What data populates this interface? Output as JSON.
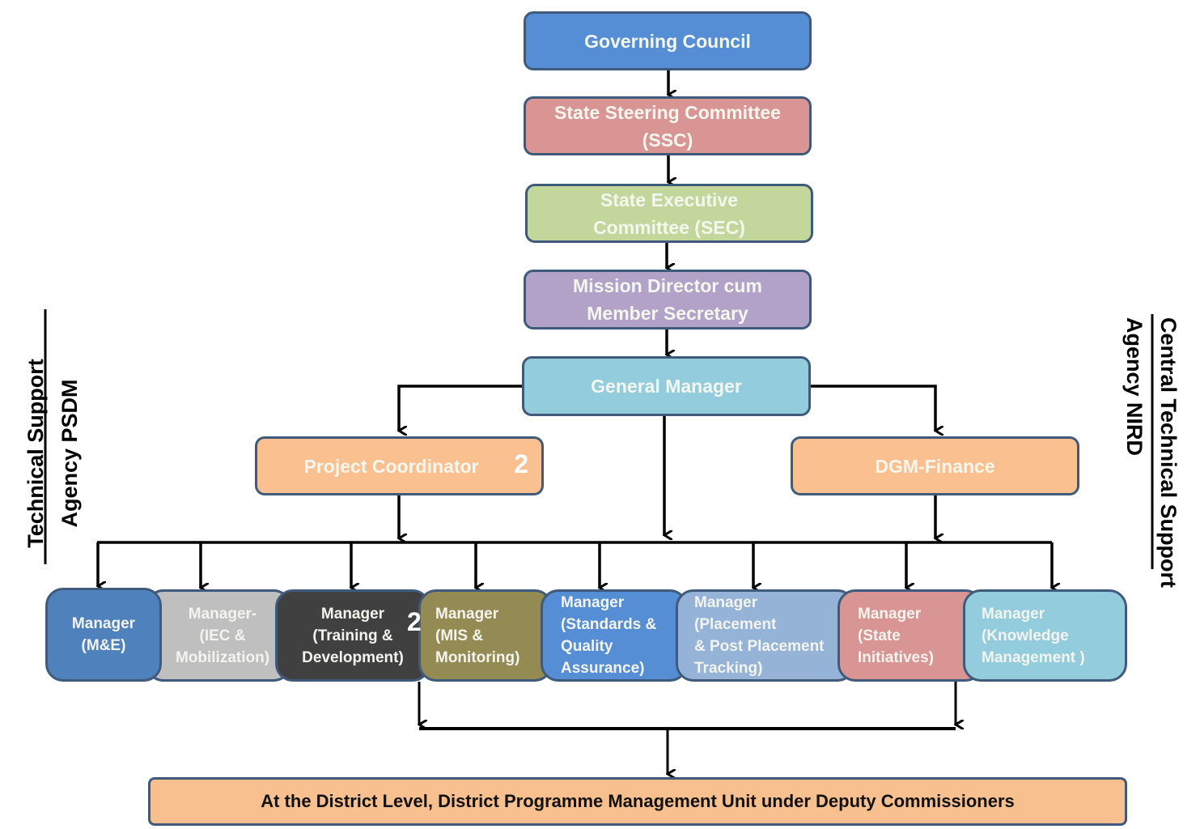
{
  "diagram": {
    "type": "org-chart",
    "nodes": {
      "governing_council": {
        "label": "Governing Council",
        "color": "#558ed5"
      },
      "ssc": {
        "line1": "State Steering Committee",
        "line2": "(SSC)",
        "color": "#d99594"
      },
      "sec": {
        "line1": "State Executive",
        "line2": "Committee (SEC)",
        "color": "#c3d69b"
      },
      "mission_director": {
        "line1": "Mission Director cum",
        "line2": "Member Secretary",
        "color": "#b2a2c7"
      },
      "general_manager": {
        "label": "General Manager",
        "color": "#93cddd"
      },
      "project_coordinator": {
        "label": "Project Coordinator",
        "count": "2",
        "color": "#fac090"
      },
      "dgm_finance": {
        "label": "DGM-Finance",
        "color": "#fac090"
      }
    },
    "managers": [
      {
        "lines": [
          "Manager",
          "(M&E)"
        ],
        "color": "#4f81bd"
      },
      {
        "lines": [
          "Manager-",
          "(IEC &",
          "Mobilization)"
        ],
        "color": "#bfbfbf"
      },
      {
        "lines": [
          "Manager",
          "(Training &",
          "Development)"
        ],
        "count": "2",
        "color": "#404040"
      },
      {
        "lines": [
          "Manager",
          "(MIS &",
          "Monitoring)"
        ],
        "color": "#948a54"
      },
      {
        "lines": [
          "Manager",
          "(Standards &",
          "Quality",
          "Assurance)"
        ],
        "color": "#558ed5"
      },
      {
        "lines": [
          "Manager",
          "(Placement",
          "& Post Placement",
          "Tracking)"
        ],
        "color": "#95b3d7"
      },
      {
        "lines": [
          "Manager",
          "(State",
          "Initiatives)"
        ],
        "color": "#d99594"
      },
      {
        "lines": [
          "Manager",
          "(Knowledge",
          "Management )"
        ],
        "color": "#93cddd"
      }
    ],
    "district": {
      "label": "At the District Level, District Programme Management Unit under Deputy Commissioners",
      "color": "#fac090"
    },
    "side_labels": {
      "left": {
        "line1": "Technical Support",
        "line2": "Agency PSDM"
      },
      "right": {
        "line1": "Central Technical Support",
        "line2": "Agency NIRD"
      }
    },
    "edges": [
      [
        "Governing Council",
        "State Steering Committee (SSC)"
      ],
      [
        "State Steering Committee (SSC)",
        "State Executive Committee (SEC)"
      ],
      [
        "State Executive Committee (SEC)",
        "Mission Director cum Member Secretary"
      ],
      [
        "Mission Director cum Member Secretary",
        "General Manager"
      ],
      [
        "General Manager",
        "Project Coordinator"
      ],
      [
        "General Manager",
        "DGM-Finance"
      ],
      [
        "General Manager",
        "Managers"
      ],
      [
        "Project Coordinator",
        "Managers"
      ],
      [
        "DGM-Finance",
        "Managers"
      ],
      [
        "Managers",
        "District Programme Management Unit"
      ]
    ]
  }
}
